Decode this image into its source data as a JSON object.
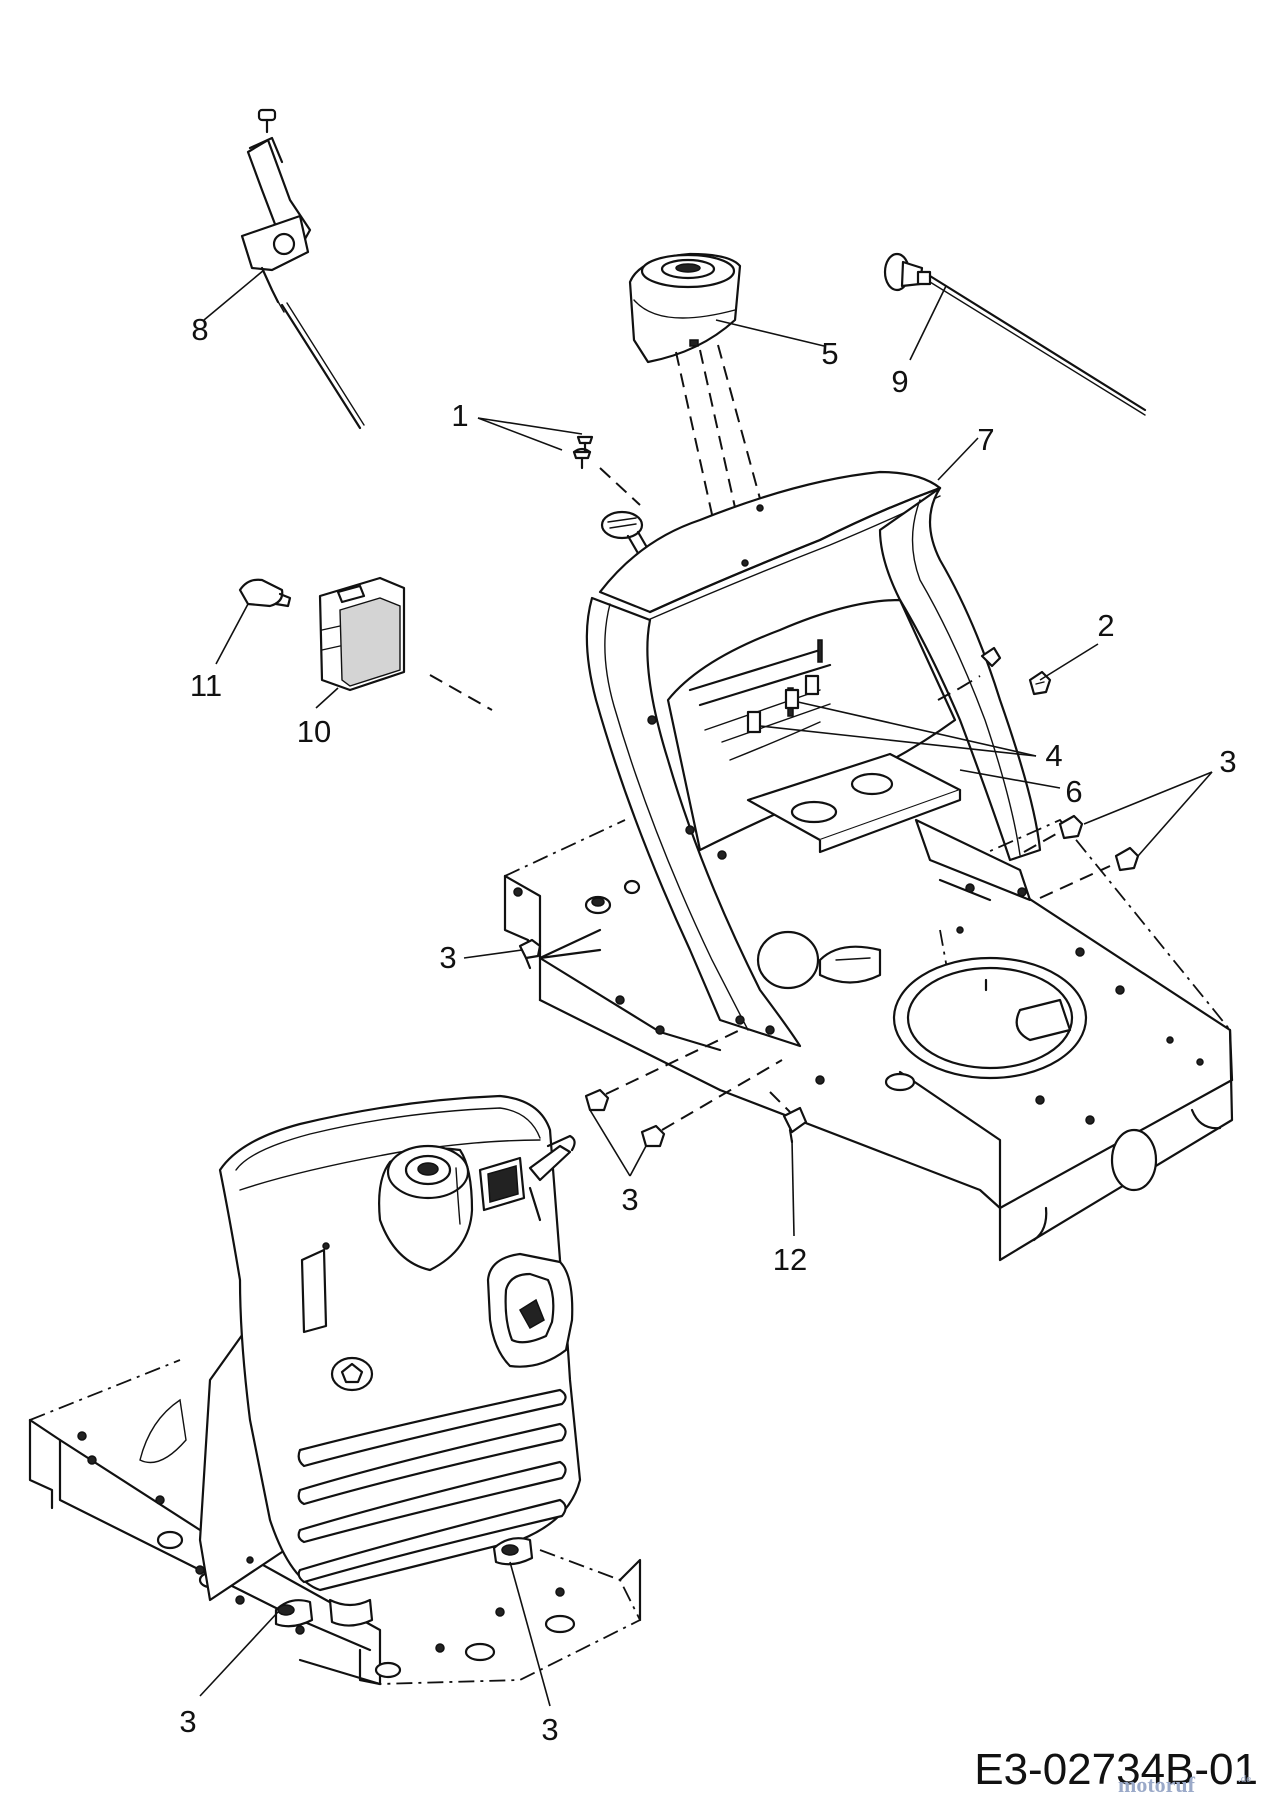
{
  "callouts": {
    "c1": "1",
    "c2": "2",
    "c3a": "3",
    "c3b": "3",
    "c3c": "3",
    "c3d": "3",
    "c3e": "3",
    "c4": "4",
    "c5": "5",
    "c6": "6",
    "c7": "7",
    "c8": "8",
    "c9": "9",
    "c10": "10",
    "c11": "11",
    "c12": "12"
  },
  "drawing_code": "E3-02734B-01",
  "watermark": {
    "brand": "motoruf",
    "suffix": ".de",
    "color": "#9aa9c8"
  },
  "colors": {
    "line": "#111111",
    "background": "#ffffff"
  }
}
